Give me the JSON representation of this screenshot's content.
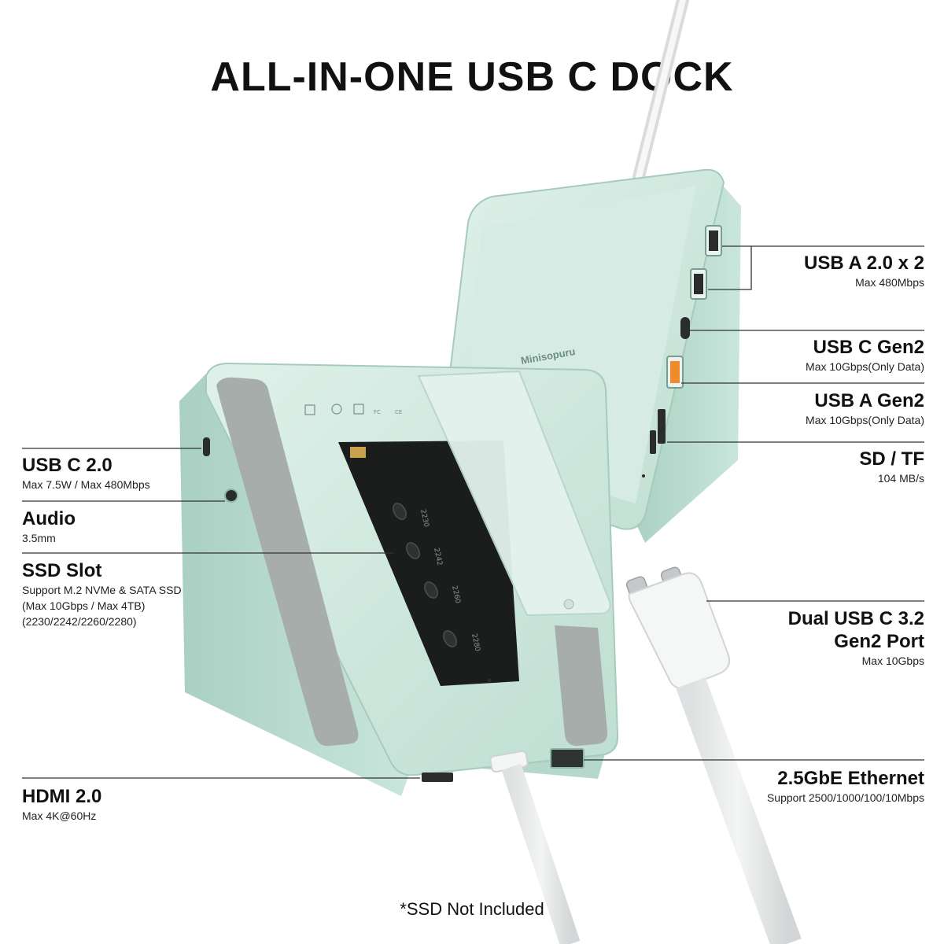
{
  "title": "ALL-IN-ONE USB C DOCK",
  "brand": "Minisopuru",
  "footnote": "*SSD Not Included",
  "slot_size_marks": [
    "2230",
    "2242",
    "2260",
    "2280"
  ],
  "colors": {
    "body": "#cfe8df",
    "body_edge": "#a9cfc1",
    "pad": "#a7adab",
    "slot": "#1a1d1c",
    "port_accent": "#f08a2c",
    "leader": "#333333"
  },
  "callouts": {
    "usb_a_20": {
      "heading": "USB A 2.0 x 2",
      "detail": "Max 480Mbps"
    },
    "usb_c_gen2": {
      "heading": "USB C Gen2",
      "detail": "Max 10Gbps(Only Data)"
    },
    "usb_a_gen2": {
      "heading": "USB A Gen2",
      "detail": "Max 10Gbps(Only Data)"
    },
    "sd_tf": {
      "heading": "SD / TF",
      "detail": "104 MB/s"
    },
    "dual_usb_c": {
      "heading1": "Dual USB C 3.2",
      "heading2": "Gen2 Port",
      "detail": "Max 10Gbps"
    },
    "ethernet": {
      "heading": "2.5GbE Ethernet",
      "detail": "Support 2500/1000/100/10Mbps"
    },
    "usb_c_20": {
      "heading": "USB C 2.0",
      "detail": "Max 7.5W / Max 480Mbps"
    },
    "audio": {
      "heading": "Audio",
      "detail": "3.5mm"
    },
    "ssd_slot": {
      "heading": "SSD Slot",
      "detail1": "Support M.2 NVMe & SATA SSD",
      "detail2": "(Max 10Gbps / Max 4TB)",
      "detail3": "(2230/2242/2260/2280)"
    },
    "hdmi": {
      "heading": "HDMI 2.0",
      "detail": "Max 4K@60Hz"
    }
  }
}
